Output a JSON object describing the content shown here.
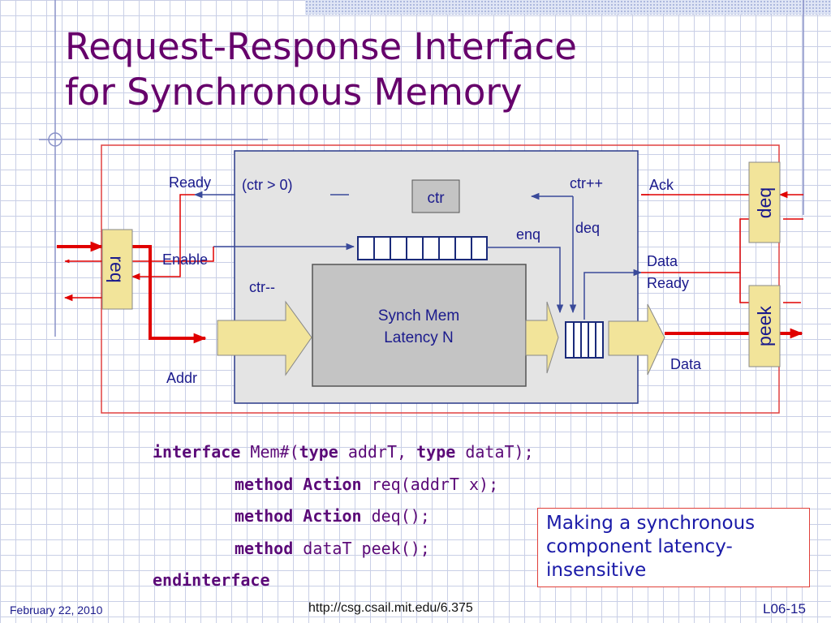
{
  "slide": {
    "title_line1": "Request-Response Interface",
    "title_line2": "for Synchronous Memory"
  },
  "diagram": {
    "ready": "Ready",
    "ctr_gt0": "(ctr > 0)",
    "ctr": "ctr",
    "ctr_inc": "ctr++",
    "ack": "Ack",
    "enq": "enq",
    "deq_small": "deq",
    "enable": "Enable",
    "ctr_dec": "ctr--",
    "data_ready_1": "Data",
    "data_ready_2": "Ready",
    "mem_1": "Synch Mem",
    "mem_2": "Latency N",
    "data": "Data",
    "addr": "Addr",
    "req": "req",
    "deq": "deq",
    "peek": "peek"
  },
  "code": {
    "l1_kw": "interface",
    "l1_a": " Mem#(",
    "l1_t1": "type",
    "l1_b": " addrT, ",
    "l1_t2": "type",
    "l1_c": " dataT);",
    "l2_kw1": "method",
    "l2_kw2": "Action",
    "l2_rest": "req(addrT x);",
    "l3_kw1": "method",
    "l3_kw2": "Action",
    "l3_rest": "deq();",
    "l4_kw": "method",
    "l4_rest": "dataT peek();",
    "l5_kw": "endinterface"
  },
  "note": "Making a synchronous component latency-insensitive",
  "footer": {
    "date": "February 22, 2010",
    "url": "http://csg.csail.mit.edu/6.375",
    "slide_no": "L06-15"
  },
  "colors": {
    "title": "#66006b",
    "wire_blue": "#3a4a9a",
    "wire_red": "#e00000",
    "fill_yellow": "#f2e49a",
    "mem_gray": "#c4c4c4",
    "outer_gray": "#e4e4e4"
  }
}
